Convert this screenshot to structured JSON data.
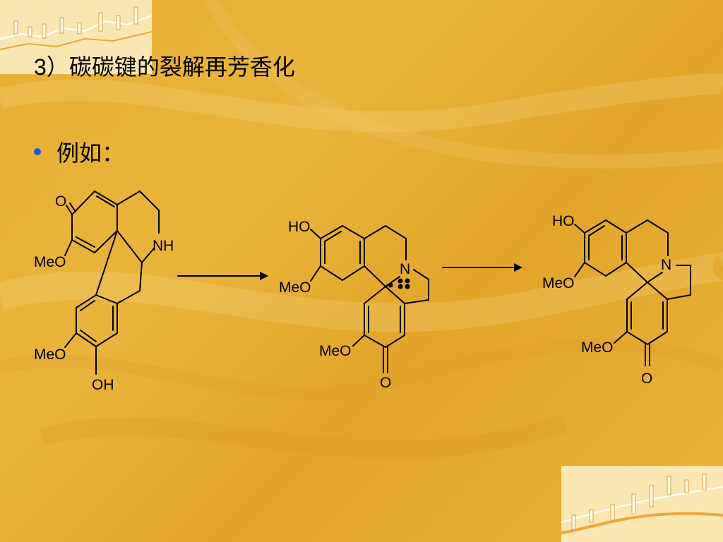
{
  "slide": {
    "title_number": "3）",
    "title_text": "碳碳键的裂解再芳香化",
    "bullet_text": "例如："
  },
  "molecule_1": {
    "label_o": "O",
    "label_nh": "NH",
    "label_meo_top": "MeO",
    "label_meo_bottom": "MeO",
    "label_oh": "OH"
  },
  "molecule_2": {
    "label_ho": "HO",
    "label_meo_top": "MeO",
    "label_n": "N",
    "label_meo_bottom": "MeO",
    "label_o": "O"
  },
  "molecule_3": {
    "label_ho": "HO",
    "label_meo_top": "MeO",
    "label_n": "N",
    "label_meo_bottom": "MeO",
    "label_o": "O"
  },
  "colors": {
    "background": "#e8ae32",
    "bullet": "#1d57d8",
    "ink": "#000000"
  },
  "icons": {
    "arrow": "right-arrow-icon",
    "bullet": "bullet-dot-icon",
    "lone_pair": "lone-pair-dots-icon"
  }
}
